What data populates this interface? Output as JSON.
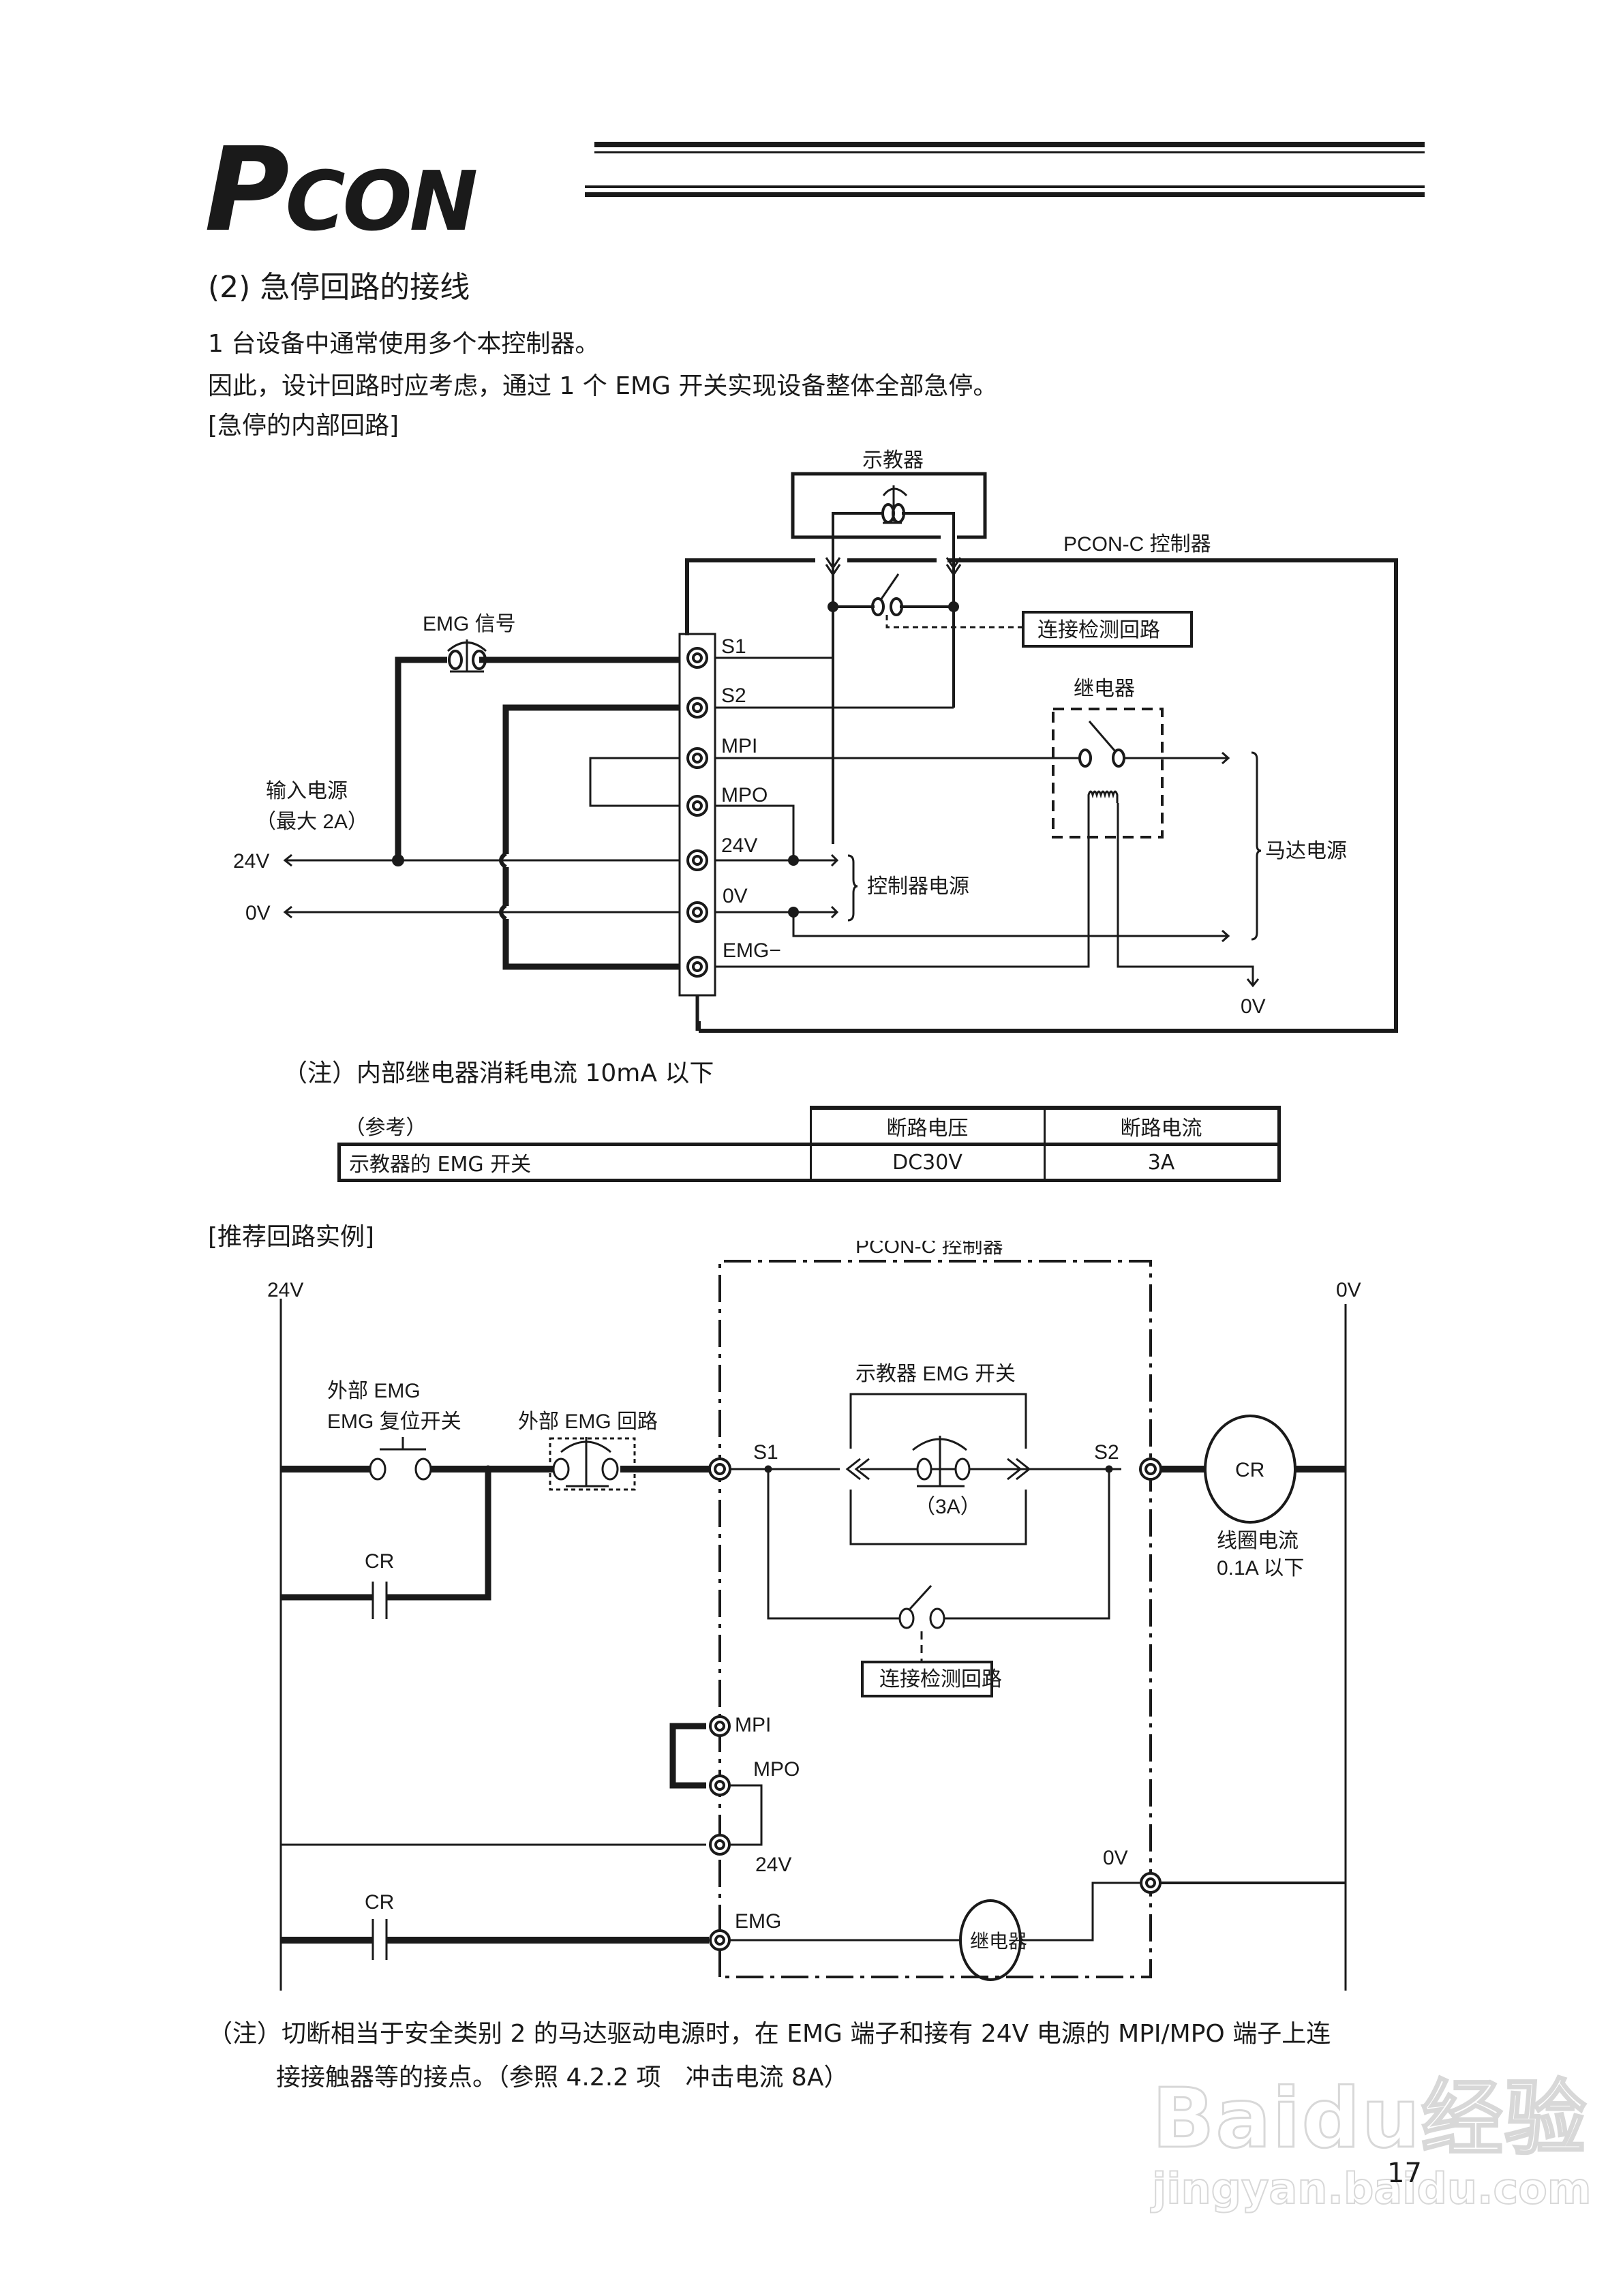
{
  "header": {
    "logo_p": "P",
    "logo_con": "CON"
  },
  "section": {
    "title": "(2) 急停回路的接线",
    "para1": "1 台设备中通常使用多个本控制器。",
    "para2": "因此，设计回路时应考虑，通过 1 个 EMG 开关实现设备整体全部急停。",
    "sub1": "[急停的内部回路]"
  },
  "diagram1": {
    "teach_pendant": "示教器",
    "controller": "PCON-C 控制器",
    "emg_signal": "EMG 信号",
    "detect_circuit": "连接检测回路",
    "relay": "继电器",
    "input_power_line1": "输入电源",
    "input_power_line2": "（最大 2A）",
    "left_24v": "24V",
    "left_0v": "0V",
    "terminals": [
      "S1",
      "S2",
      "MPI",
      "MPO",
      "24V",
      "0V",
      "EMG−"
    ],
    "controller_power": "控制器电源",
    "motor_power": "马达电源",
    "bottom_0v": "0V"
  },
  "note1": "（注）内部继电器消耗电流 10mA 以下",
  "ref_table": {
    "caption": "（参考）",
    "headers": [
      "断路电压",
      "断路电流"
    ],
    "rows": [
      {
        "item": "示教器的 EMG 开关",
        "voltage": "DC30V",
        "current": "3A"
      }
    ]
  },
  "sub2": "[推荐回路实例]",
  "diagram2": {
    "controller": "PCON-C 控制器",
    "rail_24v": "24V",
    "rail_0v": "0V",
    "ext_emg_line1": "外部 EMG",
    "ext_emg_line2": "EMG 复位开关",
    "ext_emg_circuit": "外部 EMG 回路",
    "cr_contact_top": "CR",
    "cr_contact_bottom": "CR",
    "s1": "S1",
    "s2": "S2",
    "tp_emg_switch": "示教器 EMG 开关",
    "tp_rating": "（3A）",
    "detect_circuit": "连接检测回路",
    "cr_coil": "CR",
    "coil_current_line1": "线圈电流",
    "coil_current_line2": "0.1A 以下",
    "mpi": "MPI",
    "mpo": "MPO",
    "t24v": "24V",
    "t0v": "0V",
    "emg": "EMG",
    "relay": "继电器"
  },
  "note2": {
    "line1": "（注）切断相当于安全类别 2 的马达驱动电源时，在 EMG 端子和接有 24V 电源的 MPI/MPO 端子上连",
    "line2": "接接触器等的接点。（参照 4.2.2 项　冲击电流 8A）"
  },
  "page_number": "17",
  "watermark": {
    "main": "Baidu经验",
    "url": "jingyan.baidu.com"
  }
}
